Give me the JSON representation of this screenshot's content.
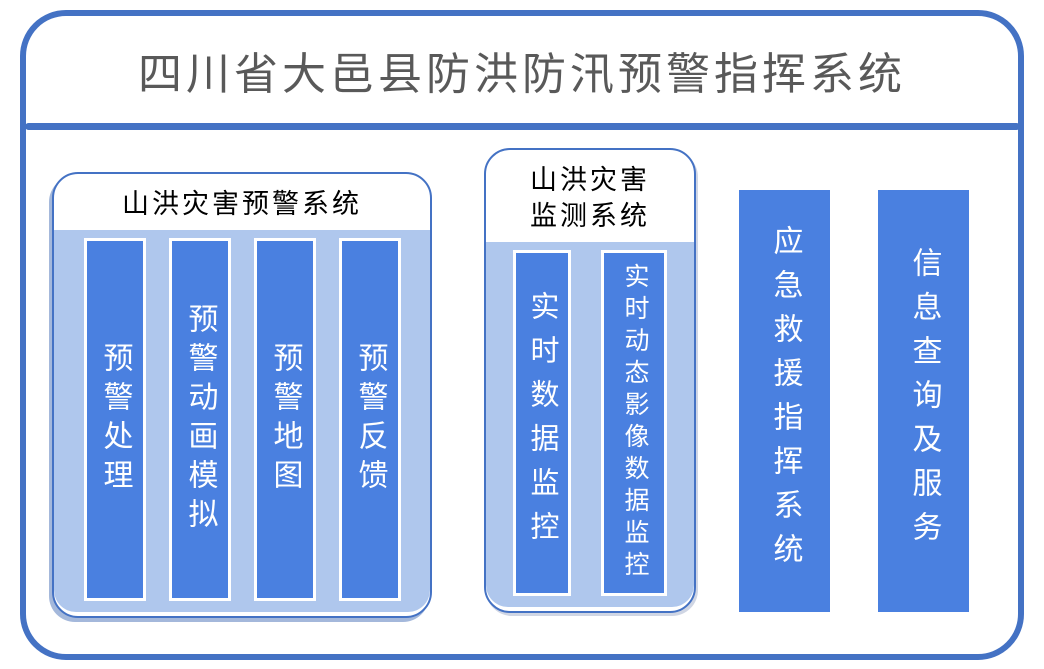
{
  "header": {
    "title": "四川省大邑县防洪防汛预警指挥系统"
  },
  "groups": [
    {
      "title": "山洪灾害预警系统",
      "bars": [
        "预警处理",
        "预警动画模拟",
        "预警地图",
        "预警反馈"
      ]
    },
    {
      "title_lines": [
        "山洪灾害",
        "监测系统"
      ],
      "bars": [
        "实时数据监控",
        "实时动态影像数据监控"
      ]
    }
  ],
  "standalone_bars": [
    "应急救援指挥系统",
    "信息查询及服务"
  ],
  "colors": {
    "frame_accent": "#4472C4",
    "bar_fill": "#4A80E0",
    "panel_fill": "#AFC7ED",
    "main_title_text": "#595959",
    "group_title_text": "#000000",
    "bar_text": "#FFFFFF"
  }
}
